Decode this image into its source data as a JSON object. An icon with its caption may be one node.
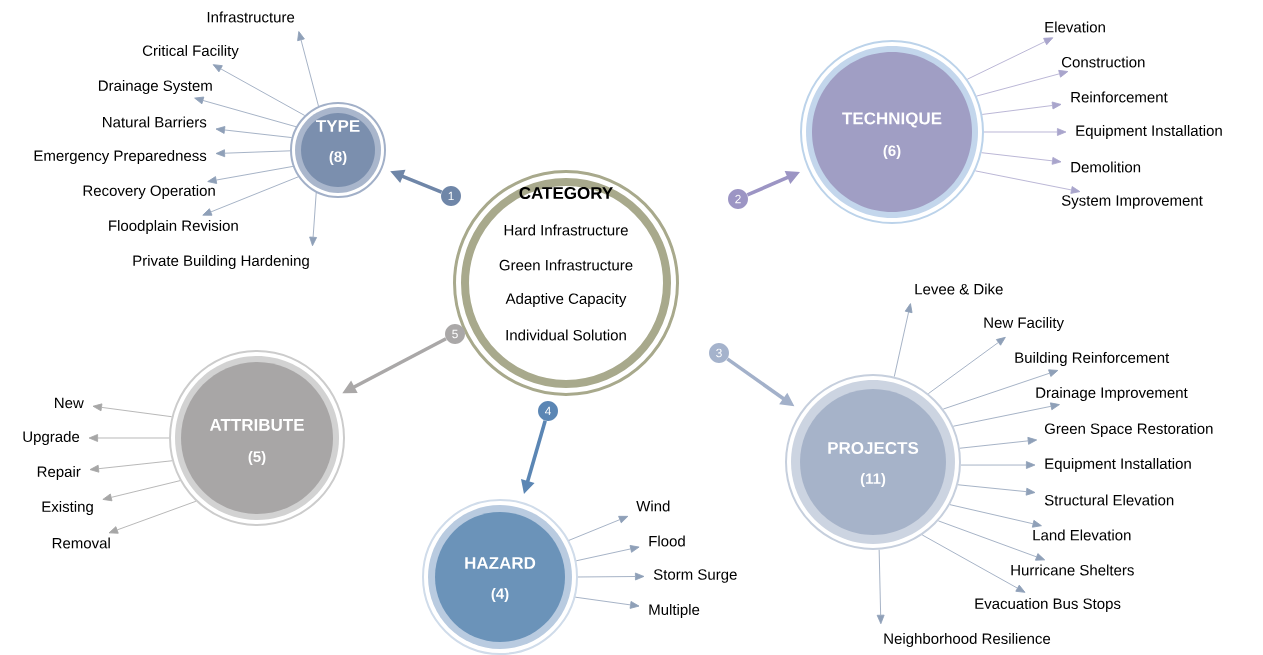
{
  "diagram": {
    "nodes": [
      {
        "text": [
          "CATEGORY",
          "Hard Infrastructure",
          "Green Infrastructure",
          "Adaptive Capacity",
          "Individual Solution"
        ]
      },
      {
        "text": [
          "TYPE",
          "(8)"
        ]
      },
      {
        "text": [
          "TECHNIQUE",
          "(6)"
        ]
      },
      {
        "text": [
          "PROJECTS",
          "(11)"
        ]
      },
      {
        "text": [
          "HAZARD",
          "(4)"
        ]
      },
      {
        "text": [
          "ATTRIBUTE",
          "(5)"
        ]
      },
      {
        "text": [
          "1"
        ]
      },
      {
        "text": [
          "2"
        ]
      },
      {
        "text": [
          "3"
        ]
      },
      {
        "text": [
          "4"
        ]
      },
      {
        "text": [
          "5"
        ]
      },
      {
        "text": [
          "Infrastructure"
        ]
      },
      {
        "text": [
          "Critical Facility"
        ]
      },
      {
        "text": [
          "Drainage System"
        ]
      },
      {
        "text": [
          "Natural Barriers"
        ]
      },
      {
        "text": [
          "Emergency Preparedness"
        ]
      },
      {
        "text": [
          "Recovery Operation"
        ]
      },
      {
        "text": [
          "Floodplain Revision"
        ]
      },
      {
        "text": [
          "Private Building Hardening"
        ]
      },
      {
        "text": [
          "Elevation"
        ]
      },
      {
        "text": [
          "Construction"
        ]
      },
      {
        "text": [
          "Reinforcement"
        ]
      },
      {
        "text": [
          "Equipment Installation"
        ]
      },
      {
        "text": [
          "Demolition"
        ]
      },
      {
        "text": [
          "System Improvement"
        ]
      },
      {
        "text": [
          "Levee & Dike"
        ]
      },
      {
        "text": [
          "New Facility"
        ]
      },
      {
        "text": [
          "Building Reinforcement"
        ]
      },
      {
        "text": [
          "Drainage Improvement"
        ]
      },
      {
        "text": [
          "Green Space Restoration"
        ]
      },
      {
        "text": [
          "Equipment Installation"
        ]
      },
      {
        "text": [
          "Structural Elevation"
        ]
      },
      {
        "text": [
          "Land Elevation"
        ]
      },
      {
        "text": [
          "Hurricane Shelters"
        ]
      },
      {
        "text": [
          "Evacuation Bus Stops"
        ]
      },
      {
        "text": [
          "Neighborhood Resilience"
        ]
      },
      {
        "text": [
          "Wind"
        ]
      },
      {
        "text": [
          "Flood"
        ]
      },
      {
        "text": [
          "Storm Surge"
        ]
      },
      {
        "text": [
          "Multiple"
        ]
      },
      {
        "text": [
          "New"
        ]
      },
      {
        "text": [
          "Upgrade"
        ]
      },
      {
        "text": [
          "Repair"
        ]
      },
      {
        "text": [
          "Existing"
        ]
      },
      {
        "text": [
          "Removal"
        ]
      }
    ],
    "edges": [
      {
        "from": 6,
        "to": 1,
        "arrow": "to",
        "style": "thick",
        "color": "#6f86a8"
      },
      {
        "from": 7,
        "to": 2,
        "arrow": "to",
        "style": "thick",
        "color": "#9c95c4"
      },
      {
        "from": 8,
        "to": 3,
        "arrow": "to",
        "style": "thick",
        "color": "#a3b1ca"
      },
      {
        "from": 9,
        "to": 4,
        "arrow": "to",
        "style": "thick",
        "color": "#5b86b4"
      },
      {
        "from": 10,
        "to": 5,
        "arrow": "to",
        "style": "thick",
        "color": "#aaa8a8"
      },
      {
        "from": 1,
        "to": 11,
        "arrow": "to"
      },
      {
        "from": 1,
        "to": 12,
        "arrow": "to"
      },
      {
        "from": 1,
        "to": 13,
        "arrow": "to"
      },
      {
        "from": 1,
        "to": 14,
        "arrow": "to"
      },
      {
        "from": 1,
        "to": 15,
        "arrow": "to"
      },
      {
        "from": 1,
        "to": 16,
        "arrow": "to"
      },
      {
        "from": 1,
        "to": 17,
        "arrow": "to"
      },
      {
        "from": 1,
        "to": 18,
        "arrow": "to"
      },
      {
        "from": 2,
        "to": 19,
        "arrow": "to",
        "color": "#a9a5cc"
      },
      {
        "from": 2,
        "to": 20,
        "arrow": "to",
        "color": "#a9a5cc"
      },
      {
        "from": 2,
        "to": 21,
        "arrow": "to",
        "color": "#a9a5cc"
      },
      {
        "from": 2,
        "to": 22,
        "arrow": "to",
        "color": "#a9a5cc"
      },
      {
        "from": 2,
        "to": 23,
        "arrow": "to",
        "color": "#a9a5cc"
      },
      {
        "from": 2,
        "to": 24,
        "arrow": "to",
        "color": "#a9a5cc"
      },
      {
        "from": 3,
        "to": 25,
        "arrow": "to"
      },
      {
        "from": 3,
        "to": 26,
        "arrow": "to"
      },
      {
        "from": 3,
        "to": 27,
        "arrow": "to"
      },
      {
        "from": 3,
        "to": 28,
        "arrow": "to"
      },
      {
        "from": 3,
        "to": 29,
        "arrow": "to"
      },
      {
        "from": 3,
        "to": 30,
        "arrow": "to"
      },
      {
        "from": 3,
        "to": 31,
        "arrow": "to"
      },
      {
        "from": 3,
        "to": 32,
        "arrow": "to"
      },
      {
        "from": 3,
        "to": 33,
        "arrow": "to"
      },
      {
        "from": 3,
        "to": 34,
        "arrow": "to"
      },
      {
        "from": 3,
        "to": 35,
        "arrow": "to"
      },
      {
        "from": 4,
        "to": 36,
        "arrow": "to"
      },
      {
        "from": 4,
        "to": 37,
        "arrow": "to"
      },
      {
        "from": 4,
        "to": 38,
        "arrow": "to"
      },
      {
        "from": 4,
        "to": 39,
        "arrow": "to"
      },
      {
        "from": 5,
        "to": 40,
        "arrow": "to",
        "color": "#a6a6a6"
      },
      {
        "from": 5,
        "to": 41,
        "arrow": "to",
        "color": "#a6a6a6"
      },
      {
        "from": 5,
        "to": 42,
        "arrow": "to",
        "color": "#a6a6a6"
      },
      {
        "from": 5,
        "to": 43,
        "arrow": "to",
        "color": "#a6a6a6"
      },
      {
        "from": 5,
        "to": 44,
        "arrow": "to",
        "color": "#a6a6a6"
      }
    ]
  }
}
